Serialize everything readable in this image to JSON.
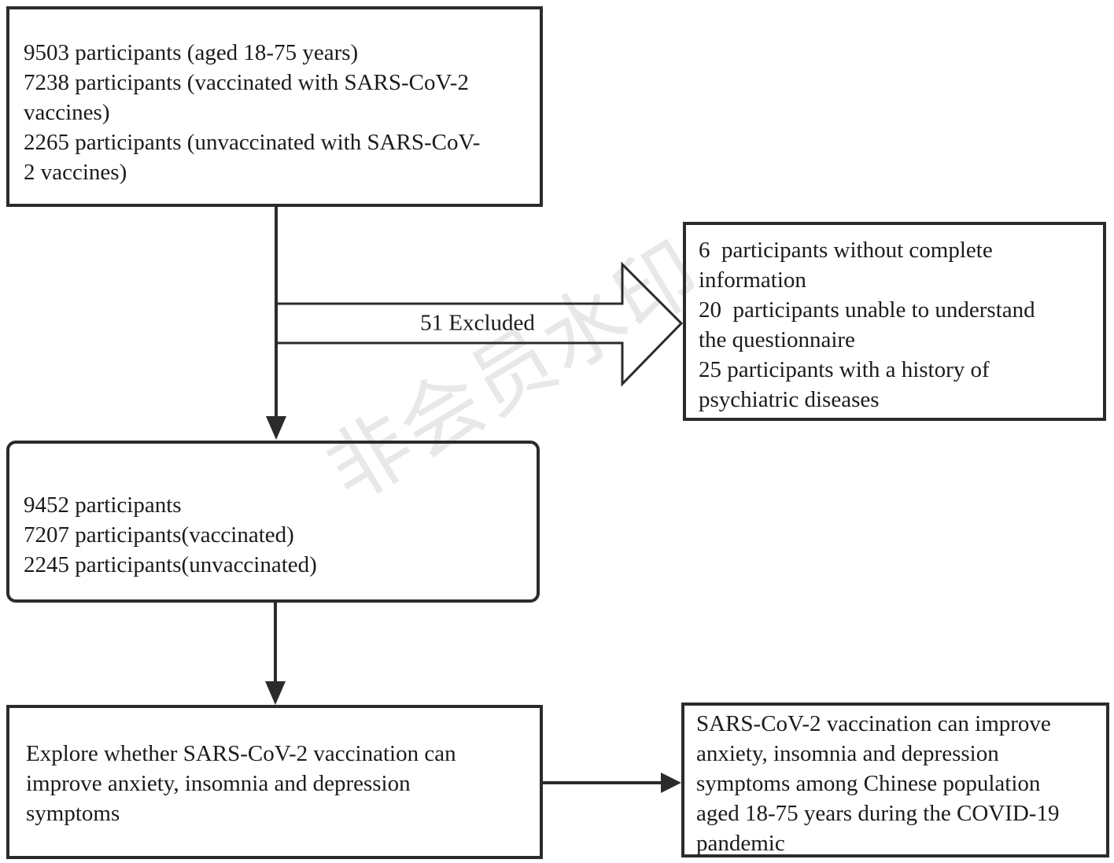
{
  "watermark": {
    "text": "非会员水印",
    "color": "#e8e8e8"
  },
  "colors": {
    "border": "#2b2b2b",
    "text": "#1b1b1b",
    "background": "#ffffff"
  },
  "flowchart": {
    "box_initial": {
      "lines": [
        "9503 participants (aged 18-75 years)",
        "7238 participants (vaccinated with SARS-CoV-2",
        "vaccines)",
        "2265 participants (unvaccinated with SARS-CoV-",
        "2 vaccines)"
      ]
    },
    "excluded_arrow_label": "51 Excluded",
    "box_excluded": {
      "lines": [
        "6  participants without complete",
        "information",
        "20  participants unable to understand",
        "the questionnaire",
        "25 participants with a history of",
        "psychiatric diseases"
      ]
    },
    "box_after_exclusion": {
      "lines": [
        "9452 participants",
        "7207 participants(vaccinated)",
        "2245 participants(unvaccinated)"
      ]
    },
    "box_objective": {
      "lines": [
        "Explore whether SARS-CoV-2 vaccination can",
        "improve anxiety, insomnia and depression",
        "symptoms"
      ]
    },
    "box_conclusion": {
      "lines": [
        "SARS-CoV-2 vaccination can improve",
        "anxiety, insomnia and depression",
        "symptoms among Chinese population",
        "aged 18-75 years during the COVID-19",
        "pandemic"
      ]
    }
  }
}
